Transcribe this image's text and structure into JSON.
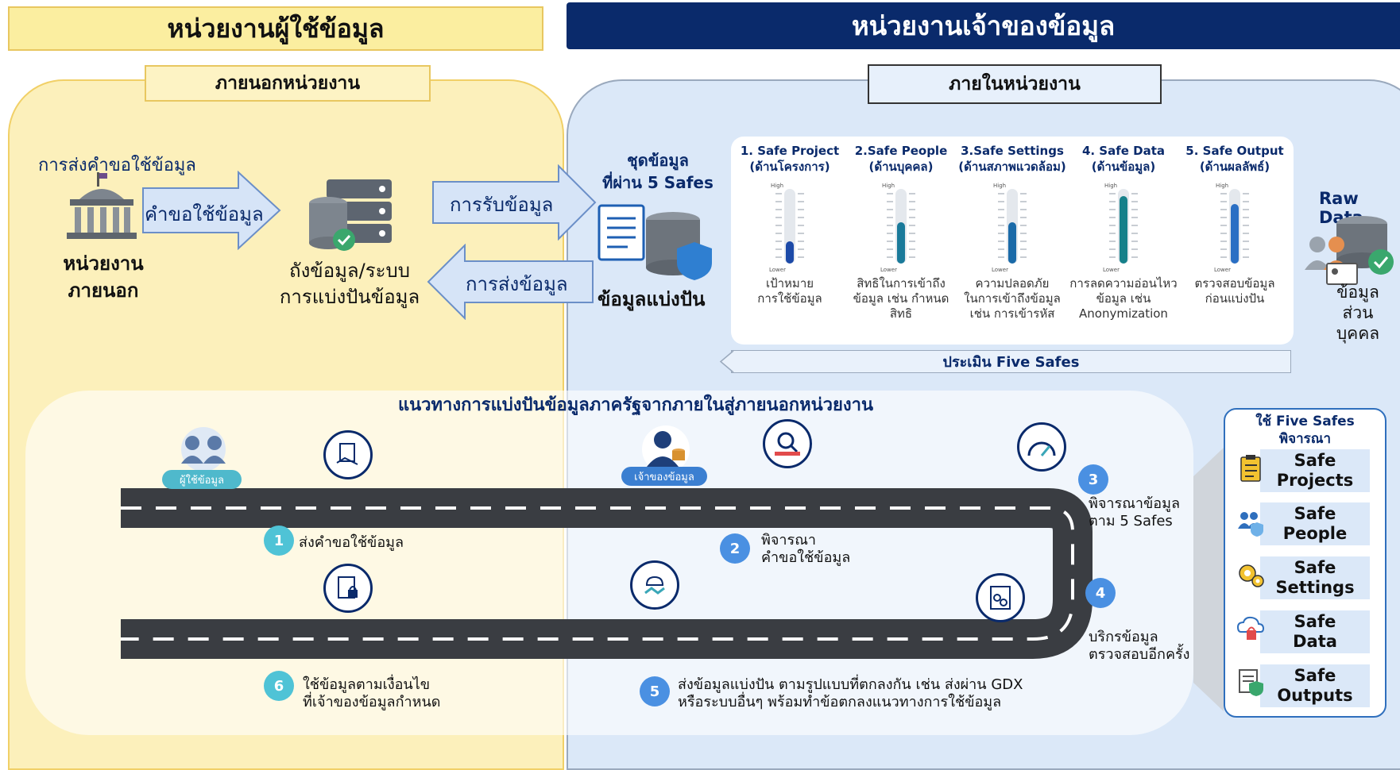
{
  "header": {
    "left_title": "หน่วยงานผู้ใช้ข้อมูล",
    "right_title": "หน่วยงานเจ้าของข้อมูล"
  },
  "left_panel": {
    "subtitle": "ภายนอกหน่วยงาน",
    "request_caption": "การส่งคำขอใช้ข้อมูล",
    "agency_label_1": "หน่วยงาน",
    "agency_label_2": "ภายนอก",
    "request_arrow": "คำขอใช้ข้อมูล",
    "server_label_1": "ถังข้อมูล/ระบบ",
    "server_label_2": "การแบ่งปันข้อมูล",
    "receive_arrow": "การรับข้อมูล",
    "send_arrow": "การส่งข้อมูล"
  },
  "right_panel": {
    "subtitle": "ภายในหน่วยงาน",
    "dataset_label_1": "ชุดข้อมูล",
    "dataset_label_2": "ที่ผ่าน 5 Safes",
    "shared_label": "ข้อมูลแบ่งปัน",
    "raw_data": "Raw Data",
    "personal_1": "ข้อมูล",
    "personal_2": "ส่วนบุคคล",
    "gauge_high": "High",
    "gauge_low": "Lower",
    "evaluate": "ประเมิน Five Safes",
    "safes": [
      {
        "title1": "1. Safe Project",
        "title2": "(ด้านโครงการ)",
        "desc": [
          "เป้าหมาย",
          "การใช้ข้อมูล"
        ],
        "level": 0.3,
        "color": "#1c4aa8"
      },
      {
        "title1": "2.Safe People",
        "title2": "(ด้านบุคคล)",
        "desc": [
          "สิทธิในการเข้าถึง",
          "ข้อมูล เช่น กำหนด",
          "สิทธิ"
        ],
        "level": 0.55,
        "color": "#1a7a9a"
      },
      {
        "title1": "3.Safe Settings",
        "title2": "(ด้านสภาพแวดล้อม)",
        "desc": [
          "ความปลอดภัย",
          "ในการเข้าถึงข้อมูล",
          "เช่น การเข้ารหัส"
        ],
        "level": 0.55,
        "color": "#1a6aa8"
      },
      {
        "title1": "4. Safe Data",
        "title2": "(ด้านข้อมูล)",
        "desc": [
          "การลดความอ่อนไหว",
          "ข้อมูล เช่น",
          "Anonymization"
        ],
        "level": 0.9,
        "color": "#16808a"
      },
      {
        "title1": "5. Safe Output",
        "title2": "(ด้านผลลัพธ์)",
        "desc": [
          "ตรวจสอบข้อมูล",
          "ก่อนแบ่งปัน"
        ],
        "level": 0.8,
        "color": "#2a6fc4"
      }
    ]
  },
  "roadmap": {
    "title": "แนวทางการแบ่งปันข้อมูลภาครัฐจากภายในสู่ภายนอกหน่วยงาน",
    "user_pill": "ผู้ใช้ข้อมูล",
    "owner_pill": "เจ้าของข้อมูล",
    "steps": [
      {
        "num": "1",
        "lines": [
          "ส่งคำขอใช้ข้อมูล"
        ]
      },
      {
        "num": "2",
        "lines": [
          "พิจารณา",
          "คำขอใช้ข้อมูล"
        ]
      },
      {
        "num": "3",
        "lines": [
          "พิจารณาข้อมูล",
          "ตาม 5 Safes"
        ]
      },
      {
        "num": "4",
        "lines": [
          "บริกรข้อมูล",
          "ตรวจสอบอีกครั้ง"
        ]
      },
      {
        "num": "5",
        "lines": [
          "ส่งข้อมูลแบ่งปัน ตามรูปแบบที่ตกลงกัน เช่น ส่งผ่าน GDX",
          "หรือระบบอื่นๆ พร้อมทำข้อตกลงแนวทางการใช้ข้อมูล"
        ]
      },
      {
        "num": "6",
        "lines": [
          "ใช้ข้อมูลตามเงื่อนไข",
          "ที่เจ้าของข้อมูลกำหนด"
        ]
      }
    ],
    "colors": {
      "teal": "#4fc3d6",
      "blue": "#4a90e2",
      "road": "#3a3d42"
    }
  },
  "legend": {
    "title_1": "ใช้ Five Safes",
    "title_2": "พิจารณา",
    "items": [
      {
        "l1": "Safe",
        "l2": "Projects",
        "icon": "clipboard-icon"
      },
      {
        "l1": "Safe",
        "l2": "People",
        "icon": "people-shield-icon"
      },
      {
        "l1": "Safe",
        "l2": "Settings",
        "icon": "gears-icon"
      },
      {
        "l1": "Safe",
        "l2": "Data",
        "icon": "cloud-lock-icon"
      },
      {
        "l1": "Safe",
        "l2": "Outputs",
        "icon": "document-shield-icon"
      }
    ]
  }
}
